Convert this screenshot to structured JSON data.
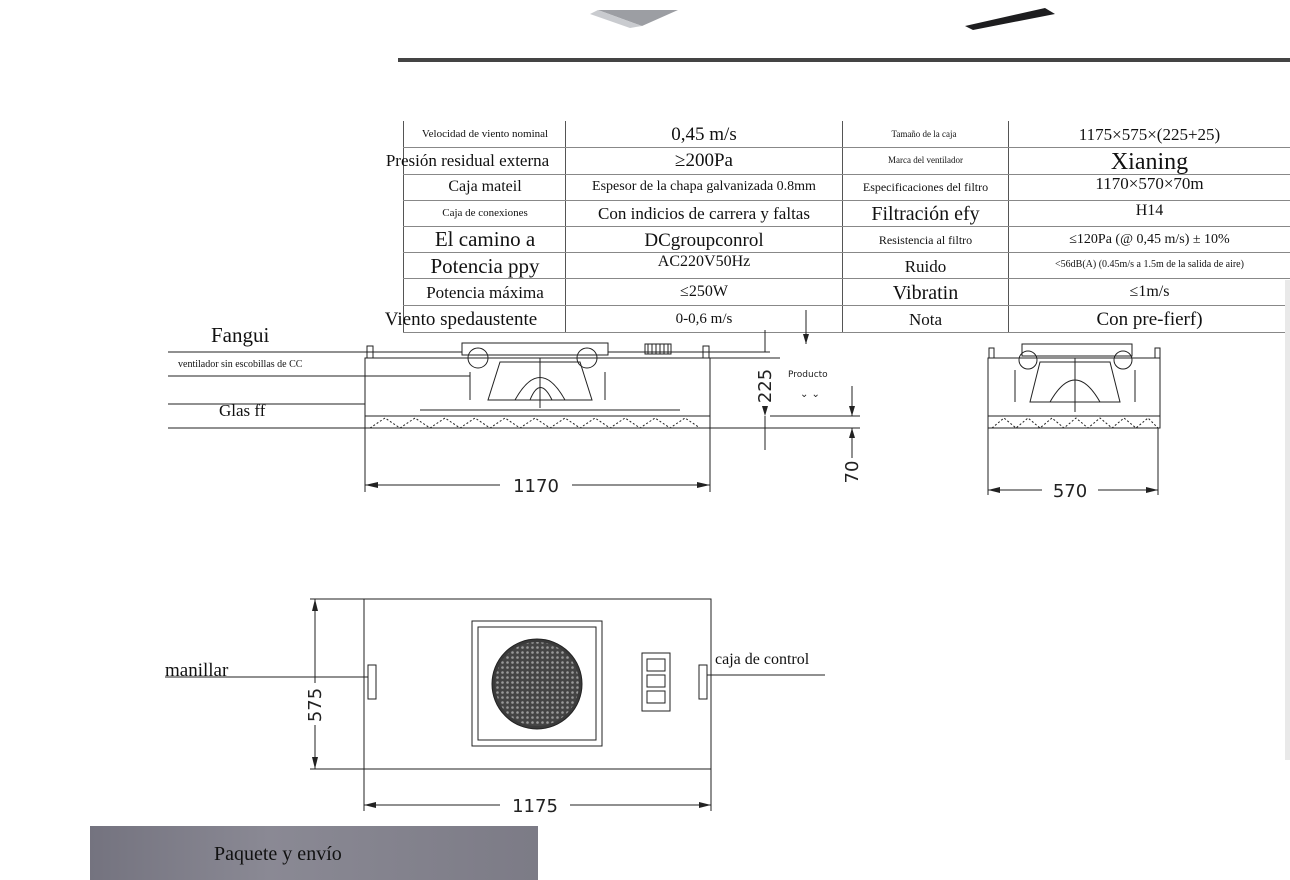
{
  "spec_table": {
    "rows": [
      {
        "label1": "Velocidad de viento nominal",
        "value1": "0,45 m/s",
        "label2": "Tamaño de la caja",
        "value2": "1175×575×(225+25)"
      },
      {
        "label1": "Presión residual externa",
        "value1": "≥200Pa",
        "label2": "Marca del ventilador",
        "value2": "Xianing"
      },
      {
        "label1": "Caja mateil",
        "value1": "Espesor de la chapa galvanizada 0.8mm",
        "label2": "Especificaciones del filtro",
        "value2": "1170×570×70m"
      },
      {
        "label1": "Caja de conexiones",
        "value1": "Con indicios de carrera y faltas",
        "label2": "Filtración efy",
        "value2": "H14"
      },
      {
        "label1": "El camino a",
        "value1": "DCgroupconrol",
        "label2": "Resistencia al filtro",
        "value2": "≤120Pa (@ 0,45 m/s) ± 10%"
      },
      {
        "label1": "Potencia ppy",
        "value1": "AC220V50Hz",
        "label2": "Ruido",
        "value2": "<56dB(A) (0.45m/s a 1.5m de la salida de aire)"
      },
      {
        "label1": "Potencia máxima",
        "value1": "≤250W",
        "label2": "Vibratin",
        "value2": "≤1m/s"
      },
      {
        "label1": "Viento spedaustente",
        "value1": "0-0,6 m/s",
        "label2": "Nota",
        "value2": "Con pre-fierf)"
      }
    ]
  },
  "side_view": {
    "label_fan": "Fangui",
    "label_motor": "ventilador sin escobillas de CC",
    "label_filter": "Glas ff",
    "label_product": "Producto",
    "dim_height": "225",
    "dim_filter": "70",
    "dim_width": "1170"
  },
  "end_view": {
    "dim_width": "570"
  },
  "top_view": {
    "label_handle": "manillar",
    "label_control": "caja de control",
    "dim_depth": "575",
    "dim_width": "1175"
  },
  "package_section": {
    "title": "Paquete y envío"
  }
}
